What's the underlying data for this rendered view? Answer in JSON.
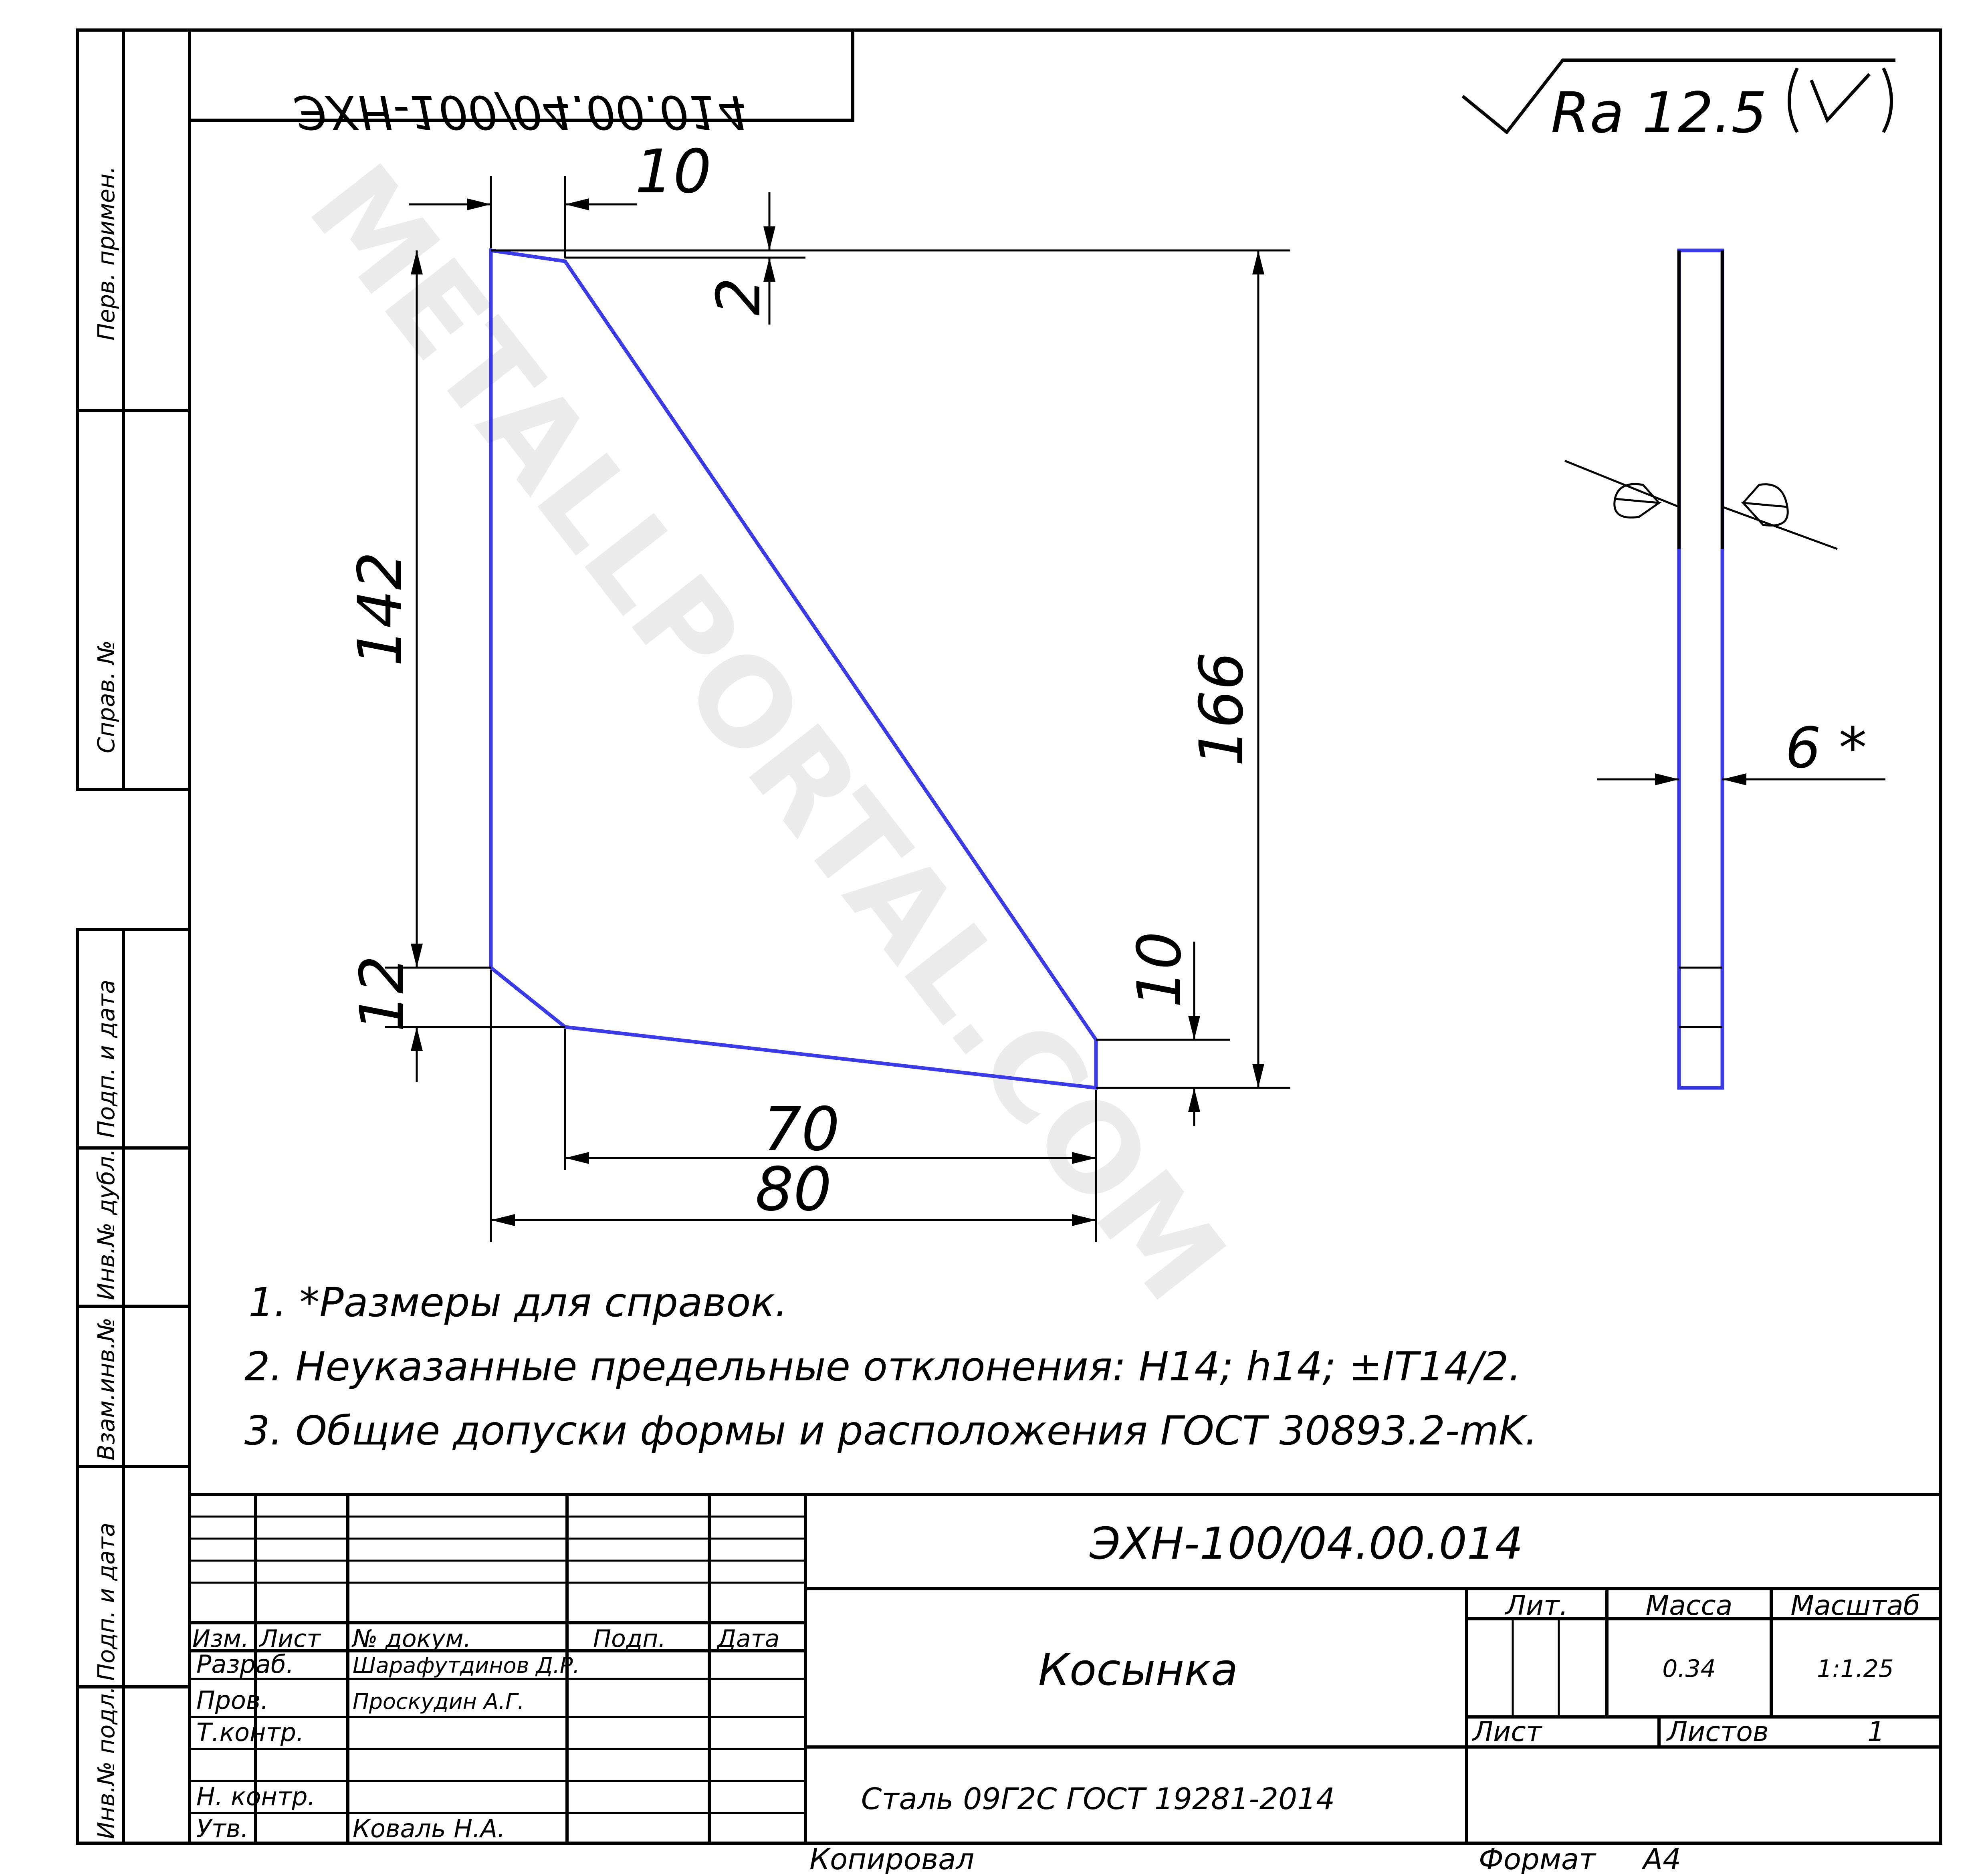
{
  "drawing_code_mirrored": "ЭХН-100/04.00.014",
  "roughness": "Ra 12.5",
  "dims": {
    "top_width": "10",
    "top_offset": "2",
    "left_height": "142",
    "left_bottom": "12",
    "total_height": "166",
    "right_bottom": "10",
    "bottom_inner": "70",
    "bottom_total": "80",
    "thickness": "6 *"
  },
  "notes": [
    "1.  *Размеры для справок.",
    "2. Неуказанные предельные отклонения: H14; h14; ±IT14/2.",
    "3. Общие допуски формы и расположения ГОСТ 30893.2-mK."
  ],
  "side_stamps": {
    "perv_primen": "Перв. примен.",
    "sprav_no": "Справ. №",
    "podp_data_1": "Подп. и дата",
    "inv_dubl": "Инв.№ дубл.",
    "vzam_inv": "Взам.инв.№",
    "podp_data_2": "Подп. и дата",
    "inv_podl": "Инв.№ подл."
  },
  "title_block": {
    "designation": "ЭХН-100/04.00.014",
    "part_name": "Косынка",
    "material": "Сталь 09Г2С ГОСТ 19281-2014",
    "col_headers": [
      "Изм.",
      "Лист",
      "№ докум.",
      "Подп.",
      "Дата"
    ],
    "roles": [
      "Разраб.",
      "Пров.",
      "Т.контр.",
      "",
      "Н. контр.",
      "Утв."
    ],
    "names": [
      "Шарафутдинов Д.Р.",
      "Проскудин А.Г.",
      "",
      "",
      "",
      "Коваль Н.А."
    ],
    "lit_label": "Лит.",
    "mass_label": "Масса",
    "scale_label": "Масштаб",
    "mass": "0.34",
    "scale": "1:1.25",
    "sheet_label": "Лист",
    "sheets_label": "Листов",
    "sheets": "1"
  },
  "footer": {
    "copied": "Копировал",
    "format_label": "Формат",
    "format": "A4"
  },
  "watermark": "METALLPORTAL.COM"
}
